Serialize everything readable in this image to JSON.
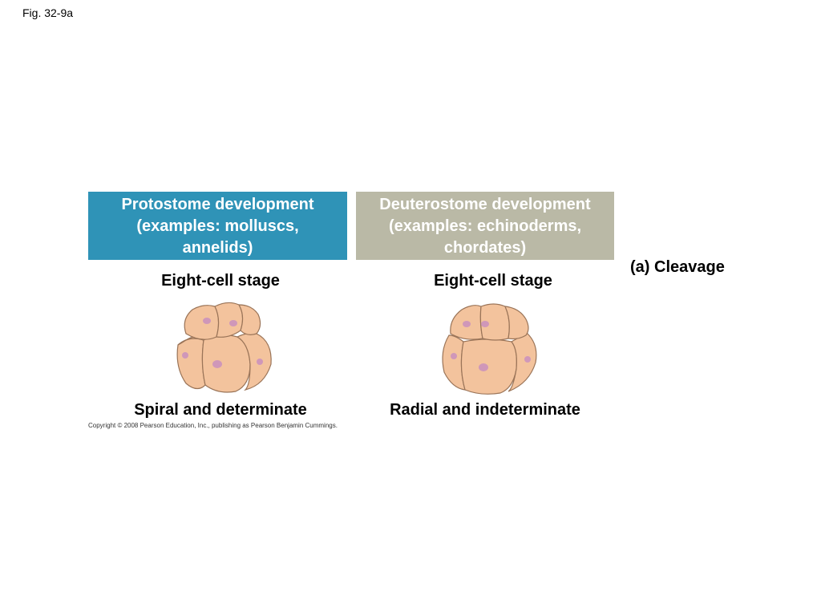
{
  "figure_label": "Fig. 32-9a",
  "colors": {
    "protostome_header": "#2f93b7",
    "deuterostome_header": "#bab9a6",
    "cell_fill": "#f3c39d",
    "cell_outline": "#9a7458",
    "nucleus": "#c990bf"
  },
  "columns": [
    {
      "header_lines": [
        "Protostome development",
        "(examples: molluscs,",
        "annelids)"
      ],
      "stage_label": "Eight-cell stage",
      "pattern_label": "Spiral and determinate"
    },
    {
      "header_lines": [
        "Deuterostome development",
        "(examples: echinoderms,",
        "chordates)"
      ],
      "stage_label": "Eight-cell stage",
      "pattern_label": "Radial and indeterminate"
    }
  ],
  "panel_label": "(a) Cleavage",
  "copyright": "Copyright © 2008 Pearson Education, Inc., publishing as Pearson Benjamin Cummings."
}
